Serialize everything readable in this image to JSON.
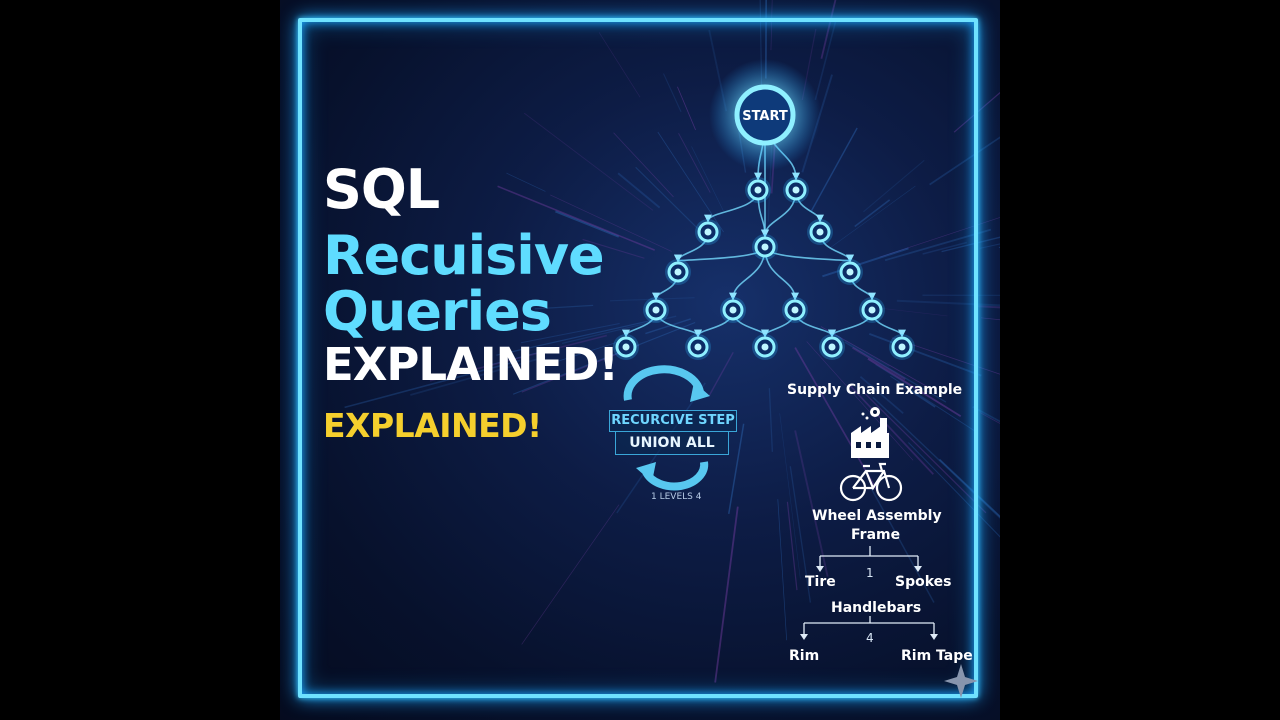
{
  "title": {
    "line1": "SQL",
    "line2": "Recuisive",
    "line3": "Queries",
    "line4": "EXPLAINED!",
    "line5": "EXPLAINED!"
  },
  "tree": {
    "start_label": "START"
  },
  "recursion": {
    "step_label": "RECURCIVE STEP",
    "union_label": "UNION ALL",
    "levels_label": "1 LEVELS 4"
  },
  "supply_chain": {
    "heading": "Supply Chain Example",
    "factory_icon": "factory-icon",
    "bicycle_icon": "bicycle-icon",
    "item1": "Wheel Assembly",
    "item2": "Frame",
    "branch1_left": "Tire",
    "branch1_right": "Spokes",
    "branch1_level": "1",
    "item3": "Handlebars",
    "branch2_left": "Rim",
    "branch2_right": "Rim Tape",
    "branch2_level": "4"
  },
  "colors": {
    "frame": "#6fe2ff",
    "accent_cyan": "#5fdcff",
    "accent_yellow": "#f5cf2d",
    "background": "#0a1638"
  }
}
